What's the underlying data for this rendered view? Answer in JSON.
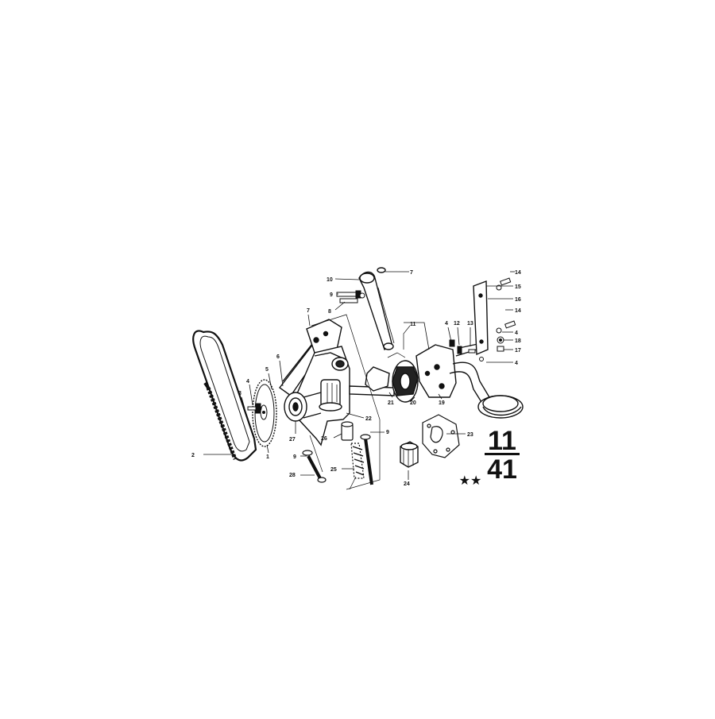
{
  "diagram": {
    "group_number": "11",
    "subgroup_number": "41",
    "stars": "★★",
    "callouts": [
      {
        "id": "c10",
        "label": "10"
      },
      {
        "id": "c7a",
        "label": "7"
      },
      {
        "id": "c9a",
        "label": "9"
      },
      {
        "id": "c8",
        "label": "8"
      },
      {
        "id": "c7b",
        "label": "7"
      },
      {
        "id": "c11",
        "label": "11"
      },
      {
        "id": "c6",
        "label": "6"
      },
      {
        "id": "c5",
        "label": "5"
      },
      {
        "id": "c4a",
        "label": "4"
      },
      {
        "id": "c3",
        "label": "3"
      },
      {
        "id": "c2",
        "label": "2"
      },
      {
        "id": "c1",
        "label": "1"
      },
      {
        "id": "c27",
        "label": "27"
      },
      {
        "id": "c22",
        "label": "22"
      },
      {
        "id": "c21",
        "label": "21"
      },
      {
        "id": "c20",
        "label": "20"
      },
      {
        "id": "c19",
        "label": "19"
      },
      {
        "id": "c26",
        "label": "26"
      },
      {
        "id": "c9b",
        "label": "9"
      },
      {
        "id": "c25",
        "label": "25"
      },
      {
        "id": "c9c",
        "label": "9"
      },
      {
        "id": "c28",
        "label": "28"
      },
      {
        "id": "c24",
        "label": "24"
      },
      {
        "id": "c23",
        "label": "23"
      },
      {
        "id": "c4b",
        "label": "4"
      },
      {
        "id": "c12",
        "label": "12"
      },
      {
        "id": "c13",
        "label": "13"
      },
      {
        "id": "c14a",
        "label": "14"
      },
      {
        "id": "c15",
        "label": "15"
      },
      {
        "id": "c16",
        "label": "16"
      },
      {
        "id": "c14b",
        "label": "14"
      },
      {
        "id": "c4c",
        "label": "4"
      },
      {
        "id": "c18",
        "label": "18"
      },
      {
        "id": "c17",
        "label": "17"
      },
      {
        "id": "c4d",
        "label": "4"
      }
    ]
  }
}
